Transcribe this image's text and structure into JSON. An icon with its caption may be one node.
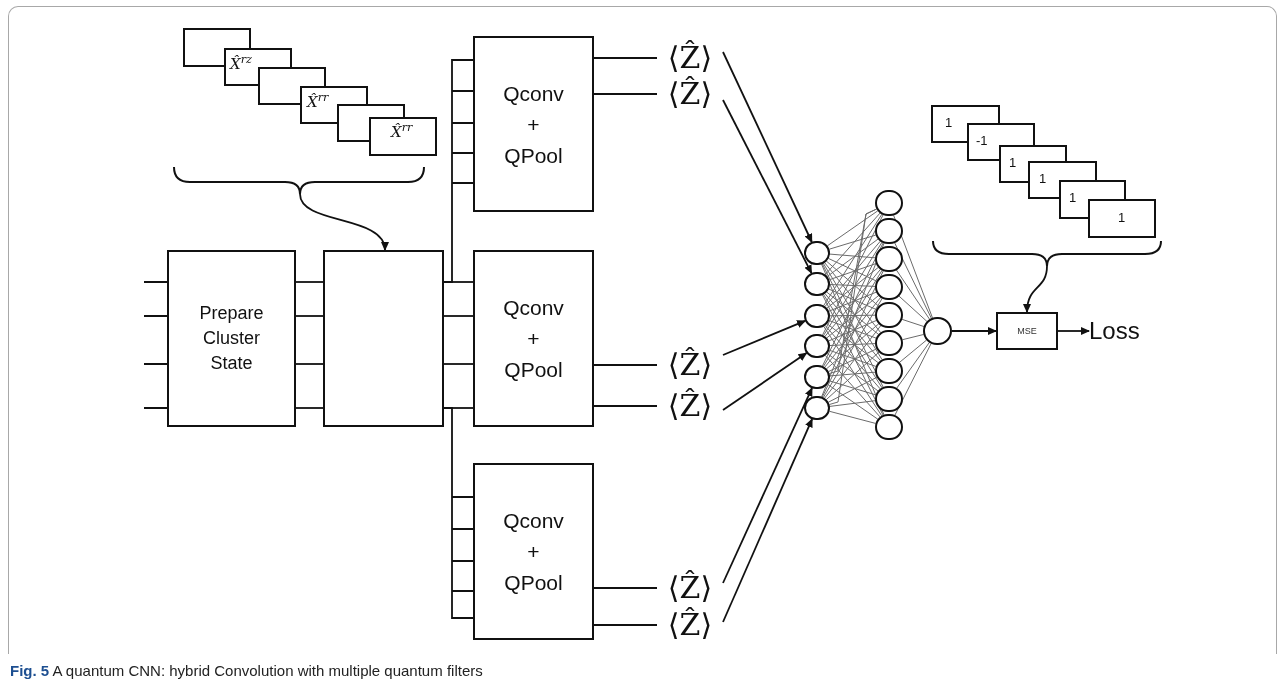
{
  "diagram": {
    "caption": "**Fig. 5** A quantum CNN: hybrid Convolution with multiple quantum filters",
    "nodes": [
      {
        "text": [],
        "shape": "box"
      },
      {
        "text": [
          "X̂$^{rz}$"
        ]
      },
      {
        "text": [],
        "shape": "box"
      },
      {
        "text": [
          "X̂$^{rr}$"
        ]
      },
      {
        "text": [],
        "shape": "box"
      },
      {
        "text": [
          "X̂$^{rr}$"
        ]
      },
      {
        "text": [
          "Prepare Cluster State"
        ]
      },
      {
        "text": [],
        "shape": "box"
      },
      {
        "text": [
          "Qconv + QPool"
        ]
      },
      {
        "text": [
          "Qconv + QPool"
        ]
      },
      {
        "text": [
          "Qconv + QPool"
        ]
      },
      {
        "text": [
          "⟨Ẑ⟩"
        ]
      },
      {
        "text": [
          "⟨Ẑ⟩"
        ]
      },
      {
        "text": [
          "⟨Ẑ⟩"
        ]
      },
      {
        "text": [
          "⟨Ẑ⟩"
        ]
      },
      {
        "text": [
          "⟨Ẑ⟩"
        ]
      },
      {
        "text": [
          "⟨Ẑ⟩"
        ]
      },
      {
        "text": [],
        "shape": "circle"
      },
      {
        "text": [],
        "shape": "circle"
      },
      {
        "text": [],
        "shape": "circle"
      },
      {
        "text": [],
        "shape": "circle"
      },
      {
        "text": [],
        "shape": "circle"
      },
      {
        "text": [],
        "shape": "circle"
      },
      {
        "text": [],
        "shape": "circle"
      },
      {
        "text": [],
        "shape": "circle"
      },
      {
        "text": [],
        "shape": "circle"
      },
      {
        "text": [],
        "shape": "circle"
      },
      {
        "text": [],
        "shape": "circle"
      },
      {
        "text": [],
        "shape": "circle"
      },
      {
        "text": [],
        "shape": "circle"
      },
      {
        "text": [],
        "shape": "circle"
      },
      {
        "text": [],
        "shape": "circle"
      },
      {
        "text": [],
        "shape": "circle"
      },
      {
        "text": [
          "1"
        ]
      },
      {
        "text": [
          "-1"
        ]
      },
      {
        "text": [
          "1"
        ]
      },
      {
        "text": [
          "1"
        ]
      },
      {
        "text": [
          "1"
        ]
      },
      {
        "text": [
          "1"
        ]
      },
      {
        "text": [
          "MSE"
        ]
      },
      {
        "text": [
          "Loss"
        ]
      },
      {
        "text": [],
        "shape": "brace"
      },
      {
        "text": [],
        "shape": "brace"
      }
    ],
    "edges": [
      {
        "from": 6,
        "to": 7,
        "arrow": "none",
        "color": "#111111"
      },
      {
        "from": 6,
        "to": 7,
        "arrow": "none",
        "color": "#111111"
      },
      {
        "from": 6,
        "to": 7,
        "arrow": "none",
        "color": "#111111"
      },
      {
        "from": 6,
        "to": 7,
        "arrow": "none",
        "color": "#111111"
      },
      {
        "from": 7,
        "to": 9,
        "arrow": "none",
        "color": "#111111"
      },
      {
        "from": 7,
        "to": 9,
        "arrow": "none",
        "color": "#111111"
      },
      {
        "from": 7,
        "to": 9,
        "arrow": "none",
        "color": "#111111"
      },
      {
        "from": 7,
        "to": 9,
        "arrow": "none",
        "color": "#111111"
      },
      {
        "from": 7,
        "to": 8,
        "arrow": "none",
        "color": "#111111"
      },
      {
        "from": 7,
        "to": 10,
        "arrow": "none",
        "color": "#111111"
      },
      {
        "from": 8,
        "to": 11,
        "arrow": "none",
        "color": "#111111"
      },
      {
        "from": 8,
        "to": 12,
        "arrow": "none",
        "color": "#111111"
      },
      {
        "from": 9,
        "to": 13,
        "arrow": "none",
        "color": "#111111"
      },
      {
        "from": 9,
        "to": 14,
        "arrow": "none",
        "color": "#111111"
      },
      {
        "from": 10,
        "to": 15,
        "arrow": "none",
        "color": "#111111"
      },
      {
        "from": 10,
        "to": 16,
        "arrow": "none",
        "color": "#111111"
      },
      {
        "from": 11,
        "to": 17,
        "arrow": "to",
        "color": "#111111"
      },
      {
        "from": 12,
        "to": 18,
        "arrow": "to",
        "color": "#111111"
      },
      {
        "from": 13,
        "to": 19,
        "arrow": "to",
        "color": "#111111"
      },
      {
        "from": 14,
        "to": 20,
        "arrow": "to",
        "color": "#111111"
      },
      {
        "from": 15,
        "to": 21,
        "arrow": "to",
        "color": "#111111"
      },
      {
        "from": 16,
        "to": 22,
        "arrow": "to",
        "color": "#111111"
      },
      {
        "from": 41,
        "to": 7,
        "arrow": "to",
        "color": "#111111"
      },
      {
        "from": 17,
        "to": 23,
        "arrow": "none"
      },
      {
        "from": 17,
        "to": 24,
        "arrow": "none"
      },
      {
        "from": 17,
        "to": 25,
        "arrow": "none"
      },
      {
        "from": 17,
        "to": 26,
        "arrow": "none"
      },
      {
        "from": 17,
        "to": 27,
        "arrow": "none"
      },
      {
        "from": 17,
        "to": 28,
        "arrow": "none"
      },
      {
        "from": 17,
        "to": 29,
        "arrow": "none"
      },
      {
        "from": 17,
        "to": 30,
        "arrow": "none"
      },
      {
        "from": 17,
        "to": 31,
        "arrow": "none"
      },
      {
        "from": 18,
        "to": 23,
        "arrow": "none"
      },
      {
        "from": 18,
        "to": 24,
        "arrow": "none"
      },
      {
        "from": 18,
        "to": 25,
        "arrow": "none"
      },
      {
        "from": 18,
        "to": 26,
        "arrow": "none"
      },
      {
        "from": 18,
        "to": 27,
        "arrow": "none"
      },
      {
        "from": 18,
        "to": 28,
        "arrow": "none"
      },
      {
        "from": 18,
        "to": 29,
        "arrow": "none"
      },
      {
        "from": 18,
        "to": 30,
        "arrow": "none"
      },
      {
        "from": 18,
        "to": 31,
        "arrow": "none"
      },
      {
        "from": 19,
        "to": 23,
        "arrow": "none"
      },
      {
        "from": 19,
        "to": 24,
        "arrow": "none"
      },
      {
        "from": 19,
        "to": 25,
        "arrow": "none"
      },
      {
        "from": 19,
        "to": 26,
        "arrow": "none"
      },
      {
        "from": 19,
        "to": 27,
        "arrow": "none"
      },
      {
        "from": 19,
        "to": 28,
        "arrow": "none"
      },
      {
        "from": 19,
        "to": 29,
        "arrow": "none"
      },
      {
        "from": 19,
        "to": 30,
        "arrow": "none"
      },
      {
        "from": 19,
        "to": 31,
        "arrow": "none"
      },
      {
        "from": 20,
        "to": 23,
        "arrow": "none"
      },
      {
        "from": 20,
        "to": 24,
        "arrow": "none"
      },
      {
        "from": 20,
        "to": 25,
        "arrow": "none"
      },
      {
        "from": 20,
        "to": 26,
        "arrow": "none"
      },
      {
        "from": 20,
        "to": 27,
        "arrow": "none"
      },
      {
        "from": 20,
        "to": 28,
        "arrow": "none"
      },
      {
        "from": 20,
        "to": 29,
        "arrow": "none"
      },
      {
        "from": 20,
        "to": 30,
        "arrow": "none"
      },
      {
        "from": 20,
        "to": 31,
        "arrow": "none"
      },
      {
        "from": 21,
        "to": 23,
        "arrow": "none"
      },
      {
        "from": 21,
        "to": 24,
        "arrow": "none"
      },
      {
        "from": 21,
        "to": 25,
        "arrow": "none"
      },
      {
        "from": 21,
        "to": 26,
        "arrow": "none"
      },
      {
        "from": 21,
        "to": 27,
        "arrow": "none"
      },
      {
        "from": 21,
        "to": 28,
        "arrow": "none"
      },
      {
        "from": 21,
        "to": 29,
        "arrow": "none"
      },
      {
        "from": 21,
        "to": 30,
        "arrow": "none"
      },
      {
        "from": 21,
        "to": 31,
        "arrow": "none"
      },
      {
        "from": 22,
        "to": 23,
        "arrow": "none"
      },
      {
        "from": 22,
        "to": 24,
        "arrow": "none"
      },
      {
        "from": 22,
        "to": 25,
        "arrow": "none"
      },
      {
        "from": 22,
        "to": 26,
        "arrow": "none"
      },
      {
        "from": 22,
        "to": 27,
        "arrow": "none"
      },
      {
        "from": 22,
        "to": 28,
        "arrow": "none"
      },
      {
        "from": 22,
        "to": 29,
        "arrow": "none"
      },
      {
        "from": 22,
        "to": 30,
        "arrow": "none"
      },
      {
        "from": 22,
        "to": 31,
        "arrow": "none"
      },
      {
        "from": 23,
        "to": 32,
        "arrow": "none"
      },
      {
        "from": 24,
        "to": 32,
        "arrow": "none"
      },
      {
        "from": 25,
        "to": 32,
        "arrow": "none"
      },
      {
        "from": 26,
        "to": 32,
        "arrow": "none"
      },
      {
        "from": 27,
        "to": 32,
        "arrow": "none"
      },
      {
        "from": 28,
        "to": 32,
        "arrow": "none"
      },
      {
        "from": 29,
        "to": 32,
        "arrow": "none"
      },
      {
        "from": 30,
        "to": 32,
        "arrow": "none"
      },
      {
        "from": 31,
        "to": 32,
        "arrow": "none"
      },
      {
        "from": 32,
        "to": 39,
        "arrow": "to",
        "color": "#111111"
      },
      {
        "from": 42,
        "to": 39,
        "arrow": "to",
        "color": "#111111"
      },
      {
        "from": 39,
        "to": 40,
        "arrow": "to",
        "color": "#111111"
      }
    ]
  }
}
